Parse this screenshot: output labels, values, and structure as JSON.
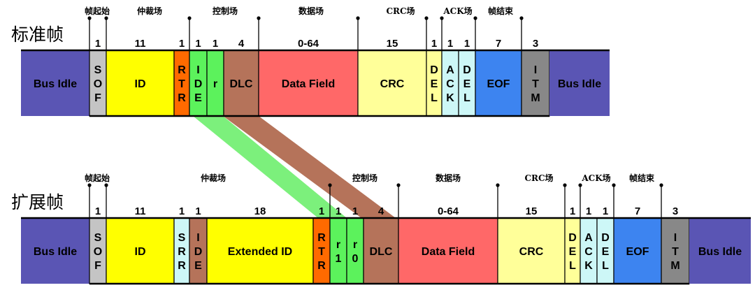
{
  "standard": {
    "title": "标准帧",
    "segments": [
      {
        "name": "帧起始"
      },
      {
        "name": "仲裁场"
      },
      {
        "name": "控制场"
      },
      {
        "name": "数据场"
      },
      {
        "name": "CRC场"
      },
      {
        "name": "ACK场"
      },
      {
        "name": "帧结束"
      }
    ],
    "fields": [
      {
        "label": "Bus Idle",
        "bits": "",
        "color": "#5a55b4"
      },
      {
        "label": "SOF",
        "bits": "1",
        "color": "#c4c4c4"
      },
      {
        "label": "ID",
        "bits": "11",
        "color": "#ffff00"
      },
      {
        "label": "RTR",
        "bits": "1",
        "color": "#ff6a00"
      },
      {
        "label": "IDE",
        "bits": "1",
        "color": "#5cf25c"
      },
      {
        "label": "r",
        "bits": "1",
        "color": "#5cf25c"
      },
      {
        "label": "DLC",
        "bits": "4",
        "color": "#b5735a"
      },
      {
        "label": "Data Field",
        "bits": "0-64",
        "color": "#ff6868"
      },
      {
        "label": "CRC",
        "bits": "15",
        "color": "#ffff99"
      },
      {
        "label": "DEL",
        "bits": "1",
        "color": "#ffff99"
      },
      {
        "label": "ACK",
        "bits": "1",
        "color": "#cdf7f7"
      },
      {
        "label": "DEL",
        "bits": "1",
        "color": "#cdf7f7"
      },
      {
        "label": "EOF",
        "bits": "7",
        "color": "#3d84f0"
      },
      {
        "label": "ITM",
        "bits": "3",
        "color": "#888888"
      },
      {
        "label": "Bus Idle",
        "bits": "",
        "color": "#5a55b4"
      }
    ]
  },
  "extended": {
    "title": "扩展帧",
    "segments": [
      {
        "name": "帧起始"
      },
      {
        "name": "仲裁场"
      },
      {
        "name": "控制场"
      },
      {
        "name": "数据场"
      },
      {
        "name": "CRC场"
      },
      {
        "name": "ACK场"
      },
      {
        "name": "帧结束"
      }
    ],
    "fields": [
      {
        "label": "Bus Idle",
        "bits": "",
        "color": "#5a55b4"
      },
      {
        "label": "SOF",
        "bits": "1",
        "color": "#c4c4c4"
      },
      {
        "label": "ID",
        "bits": "11",
        "color": "#ffff00"
      },
      {
        "label": "SRR",
        "bits": "1",
        "color": "#cdf7f7"
      },
      {
        "label": "IDE",
        "bits": "1",
        "color": "#b5735a"
      },
      {
        "label": "Extended ID",
        "bits": "18",
        "color": "#ffff00"
      },
      {
        "label": "RTR",
        "bits": "1",
        "color": "#ff6a00"
      },
      {
        "label": "r1",
        "bits": "1",
        "color": "#5cf25c"
      },
      {
        "label": "r0",
        "bits": "1",
        "color": "#5cf25c"
      },
      {
        "label": "DLC",
        "bits": "4",
        "color": "#b5735a"
      },
      {
        "label": "Data Field",
        "bits": "0-64",
        "color": "#ff6868"
      },
      {
        "label": "CRC",
        "bits": "15",
        "color": "#ffff99"
      },
      {
        "label": "DEL",
        "bits": "1",
        "color": "#ffff99"
      },
      {
        "label": "ACK",
        "bits": "1",
        "color": "#cdf7f7"
      },
      {
        "label": "DEL",
        "bits": "1",
        "color": "#cdf7f7"
      },
      {
        "label": "EOF",
        "bits": "7",
        "color": "#3d84f0"
      },
      {
        "label": "ITM",
        "bits": "3",
        "color": "#888888"
      },
      {
        "label": "Bus Idle",
        "bits": "",
        "color": "#5a55b4"
      }
    ]
  },
  "mapping_colors": {
    "ide_band": "#7cf07c",
    "dlc_band": "#b5735a"
  }
}
